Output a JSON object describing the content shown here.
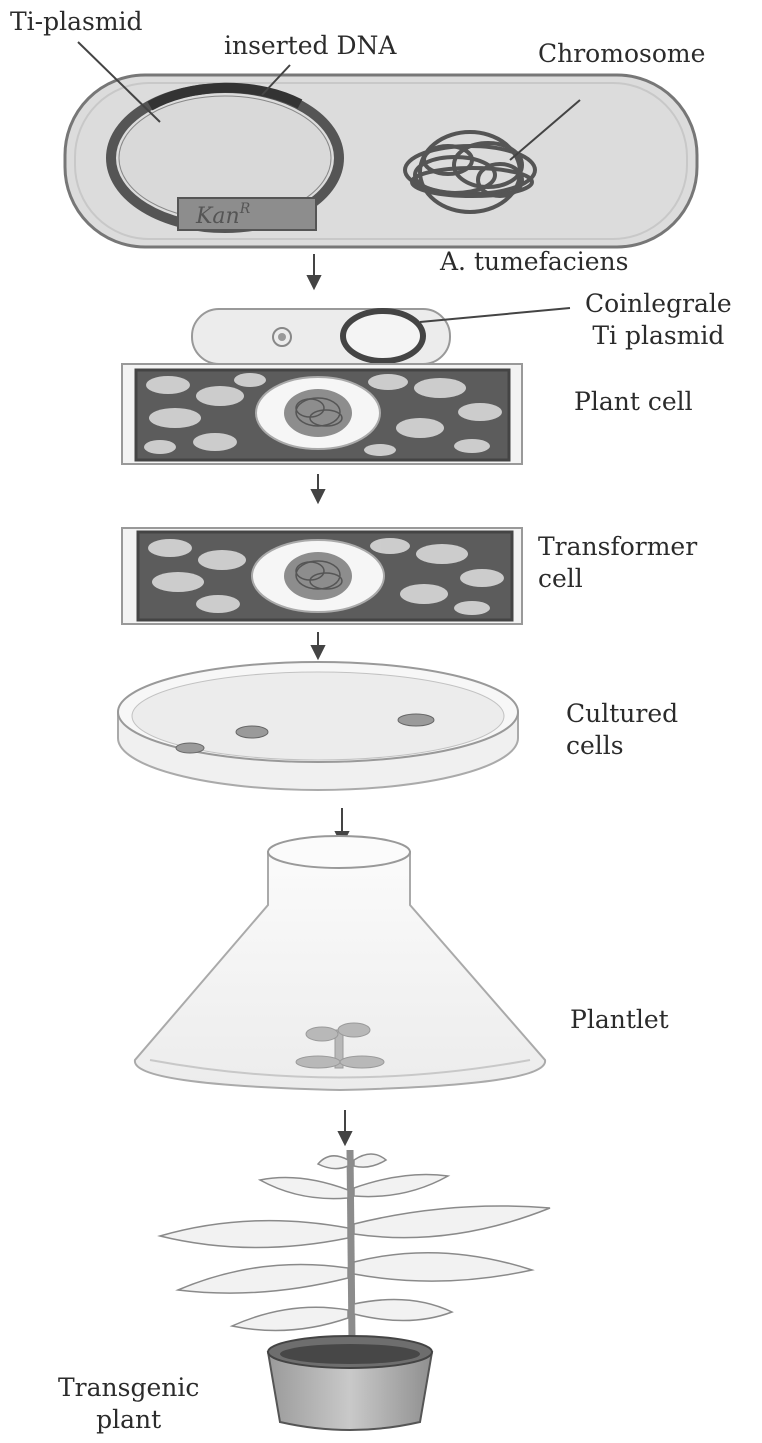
{
  "labels": {
    "ti_plasmid": "Ti-plasmid",
    "inserted_dna": "inserted DNA",
    "chromosome": "Chromosome",
    "kan_marker": "Kan",
    "kan_superscript": "R",
    "a_tumefaciens": "A. tumefaciens",
    "cointegrate_line1": "Coinlegrale",
    "cointegrate_line2": "Ti plasmid",
    "plant_cell": "Plant cell",
    "transformer_line1": "Transformer",
    "transformer_line2": "cell",
    "cultured_line1": "Cultured",
    "cultured_line2": "cells",
    "plantlet": "Plantlet",
    "transgenic_line1": "Transgenic",
    "transgenic_line2": "plant"
  },
  "colors": {
    "ink": "#2b2b2b",
    "cell_fill": "#e7e7e7",
    "dark_cell": "#5e5e5e",
    "vacuole": "#f2f2f2",
    "leaf": "#f1f1f1"
  }
}
